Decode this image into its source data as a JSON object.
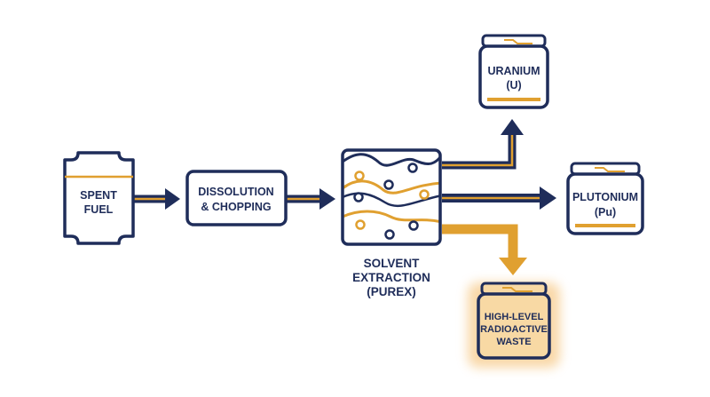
{
  "colors": {
    "navy": "#1f2d5a",
    "gold": "#e0a030",
    "waste_fill": "#f8d9a4",
    "white": "#ffffff"
  },
  "nodes": {
    "spent_fuel": {
      "line1": "SPENT",
      "line2": "FUEL"
    },
    "dissolution": {
      "line1": "DISSOLUTION",
      "line2": "& CHOPPING"
    },
    "solvent_extraction": {
      "line1": "SOLVENT",
      "line2": "EXTRACTION",
      "line3": "(PUREX)"
    },
    "uranium": {
      "line1": "URANIUM",
      "line2": "(U)"
    },
    "plutonium": {
      "line1": "PLUTONIUM",
      "line2": "(Pu)"
    },
    "waste": {
      "line1": "HIGH-LEVEL",
      "line2": "RADIOACTIVE",
      "line3": "WASTE"
    }
  }
}
